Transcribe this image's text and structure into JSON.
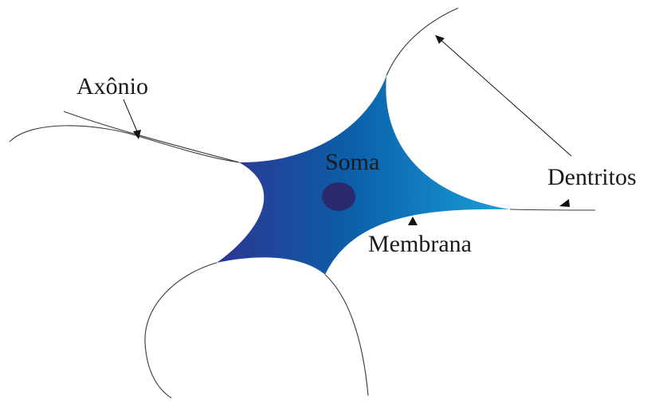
{
  "labels": {
    "axon": "Axônio",
    "soma": "Soma",
    "dendrites": "Dentritos",
    "membrane": "Membrana"
  },
  "colors": {
    "body_dark": "#2e3591",
    "body_mid": "#0b5fa8",
    "body_light": "#1ba3dc",
    "nucleus": "#2c2a6e",
    "outline": "#3a3a3a"
  }
}
